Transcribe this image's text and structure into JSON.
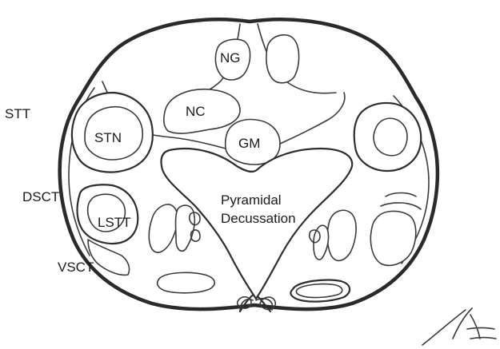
{
  "labels": {
    "ng": "NG",
    "nc": "NC",
    "gm": "GM",
    "stn": "STN",
    "lstt": "LSTT",
    "stt": "STT",
    "dsct": "DSCT",
    "vsct": "VSCT",
    "pyramidal_line1": "Pyramidal",
    "pyramidal_line2": "Decussation"
  }
}
